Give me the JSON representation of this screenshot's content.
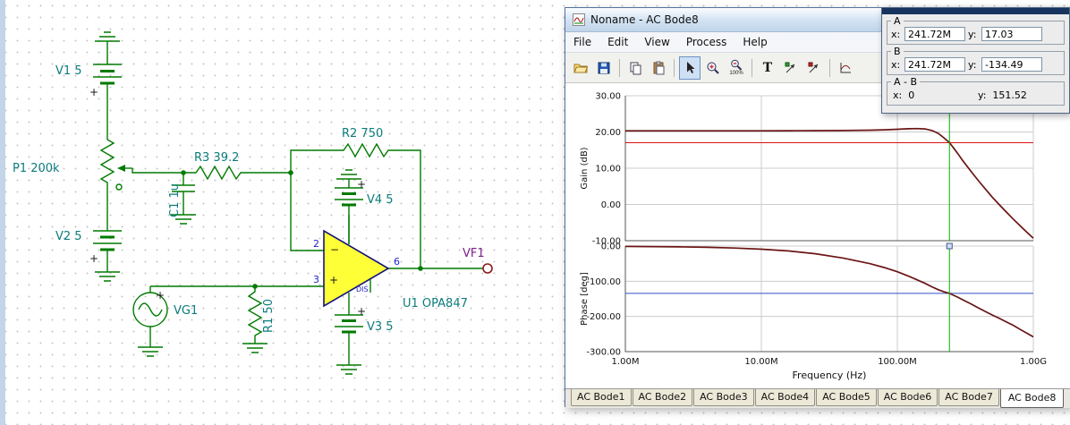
{
  "schematic": {
    "components": {
      "v1": "V1 5",
      "p1": "P1 200k",
      "v2": "V2 5",
      "vg1": "VG1",
      "r3": "R3 39.2",
      "c1": "C1 1u",
      "r1": "R1 50",
      "r2": "R2 750",
      "v4": "V4 5",
      "v3": "V3 5",
      "u1": "U1 OPA847",
      "vf1": "VF1"
    },
    "pins": {
      "pin2": "2",
      "pin3": "3",
      "pin6": "6",
      "dis": "DIS"
    },
    "marks": {
      "plus": "+",
      "minus": "−"
    },
    "colors": {
      "wire": "#007a00",
      "label": "#0c7b7b",
      "pin_text": "#2323c8",
      "probe_label": "#7d1f8d",
      "opamp_fill": "#ffff38"
    }
  },
  "window": {
    "title": "Noname - AC Bode8",
    "menu": [
      "File",
      "Edit",
      "View",
      "Process",
      "Help"
    ],
    "toolbar": {
      "text_tool": "T",
      "zoom_label": "100%",
      "icon_names": [
        "open-icon",
        "save-icon",
        "copy-icon",
        "paste-icon",
        "select-tool-icon",
        "zoom-in-icon",
        "zoom-out-icon",
        "text-tool-icon",
        "cursor-a-icon",
        "cursor-b-icon",
        "axes-icon"
      ]
    },
    "cursors": {
      "a": {
        "label": "A",
        "x_label": "x:",
        "x": "241.72M",
        "y_label": "y:",
        "y": "17.03"
      },
      "b": {
        "label": "B",
        "x_label": "x:",
        "x": "241.72M",
        "y_label": "y:",
        "y": "-134.49"
      },
      "diff": {
        "label": "A - B",
        "x_label": "x:",
        "x": "0",
        "y_label": "y:",
        "y": "151.52"
      }
    },
    "tabs": [
      "AC Bode1",
      "AC Bode2",
      "AC Bode3",
      "AC Bode4",
      "AC Bode5",
      "AC Bode6",
      "AC Bode7",
      "AC Bode8"
    ],
    "active_tab": "AC Bode8"
  },
  "chart_data": [
    {
      "type": "line",
      "title": "",
      "ylabel": "Gain (dB)",
      "ylim": [
        -10,
        30
      ],
      "yticks": [
        30,
        20,
        10,
        0,
        -10
      ],
      "ytick_labels": [
        "30.00",
        "20.00",
        "10.00",
        "0.00",
        "-10.00"
      ],
      "xscale": "log",
      "xlim": [
        1000000.0,
        1000000000.0
      ],
      "grid": true,
      "series": [
        {
          "name": "gain",
          "color": "#6b1414",
          "points": [
            [
              1000000.0,
              20.32
            ],
            [
              1600000.0,
              20.32
            ],
            [
              2500000.0,
              20.32
            ],
            [
              4000000.0,
              20.32
            ],
            [
              6300000.0,
              20.33
            ],
            [
              10000000.0,
              20.33
            ],
            [
              16000000.0,
              20.34
            ],
            [
              25000000.0,
              20.36
            ],
            [
              40000000.0,
              20.4
            ],
            [
              63000000.0,
              20.5
            ],
            [
              80000000.0,
              20.6
            ],
            [
              100000000.0,
              20.75
            ],
            [
              120000000.0,
              20.88
            ],
            [
              140000000.0,
              20.95
            ],
            [
              160000000.0,
              20.85
            ],
            [
              180000000.0,
              20.4
            ],
            [
              200000000.0,
              19.6
            ],
            [
              220000000.0,
              18.4
            ],
            [
              241720000.0,
              17.03
            ],
            [
              260000000.0,
              15.5
            ],
            [
              280000000.0,
              13.9
            ],
            [
              300000000.0,
              12.3
            ],
            [
              350000000.0,
              9.0
            ],
            [
              400000000.0,
              6.3
            ],
            [
              450000000.0,
              4.0
            ],
            [
              500000000.0,
              2.0
            ],
            [
              560000000.0,
              0.0
            ],
            [
              630000000.0,
              -2.0
            ],
            [
              710000000.0,
              -4.0
            ],
            [
              800000000.0,
              -5.9
            ],
            [
              900000000.0,
              -7.7
            ],
            [
              1000000000.0,
              -9.3
            ]
          ]
        }
      ],
      "cursor_h": {
        "y": 17.03,
        "color": "#dd1111"
      },
      "cursor_v": {
        "x": 241720000.0,
        "color": "#00b400"
      }
    },
    {
      "type": "line",
      "title": "",
      "ylabel": "Phase [deg]",
      "xlabel": "Frequency (Hz)",
      "ylim": [
        -300,
        0
      ],
      "yticks": [
        0,
        -100,
        -200,
        -300
      ],
      "ytick_labels": [
        "0.00",
        "-100.00",
        "-200.00",
        "-300.00"
      ],
      "xscale": "log",
      "xlim": [
        1000000.0,
        1000000000.0
      ],
      "xticks": [
        1000000.0,
        10000000.0,
        100000000.0,
        1000000000.0
      ],
      "xtick_labels": [
        "1.00M",
        "10.00M",
        "100.00M",
        "1.00G"
      ],
      "grid": true,
      "series": [
        {
          "name": "phase",
          "color": "#6b1414",
          "points": [
            [
              1000000.0,
              -0.9
            ],
            [
              1600000.0,
              -1.4
            ],
            [
              2500000.0,
              -2.2
            ],
            [
              4000000.0,
              -3.6
            ],
            [
              6300000.0,
              -5.6
            ],
            [
              10000000.0,
              -8.9
            ],
            [
              16000000.0,
              -14.1
            ],
            [
              25000000.0,
              -21.8
            ],
            [
              40000000.0,
              -34
            ],
            [
              63000000.0,
              -50
            ],
            [
              80000000.0,
              -61
            ],
            [
              100000000.0,
              -73
            ],
            [
              120000000.0,
              -85
            ],
            [
              140000000.0,
              -96
            ],
            [
              160000000.0,
              -106
            ],
            [
              180000000.0,
              -116
            ],
            [
              200000000.0,
              -124
            ],
            [
              220000000.0,
              -130
            ],
            [
              241720000.0,
              -134.49
            ],
            [
              260000000.0,
              -140
            ],
            [
              280000000.0,
              -146
            ],
            [
              300000000.0,
              -152
            ],
            [
              350000000.0,
              -165
            ],
            [
              400000000.0,
              -177
            ],
            [
              450000000.0,
              -187
            ],
            [
              500000000.0,
              -196
            ],
            [
              560000000.0,
              -205
            ],
            [
              630000000.0,
              -215
            ],
            [
              710000000.0,
              -225
            ],
            [
              800000000.0,
              -237
            ],
            [
              900000000.0,
              -248
            ],
            [
              1000000000.0,
              -258
            ]
          ]
        }
      ],
      "cursor_h": {
        "y": -134.49,
        "color": "#3050c8"
      },
      "cursor_v": {
        "x": 241720000.0,
        "color": "#00b400",
        "marker": true
      }
    }
  ]
}
